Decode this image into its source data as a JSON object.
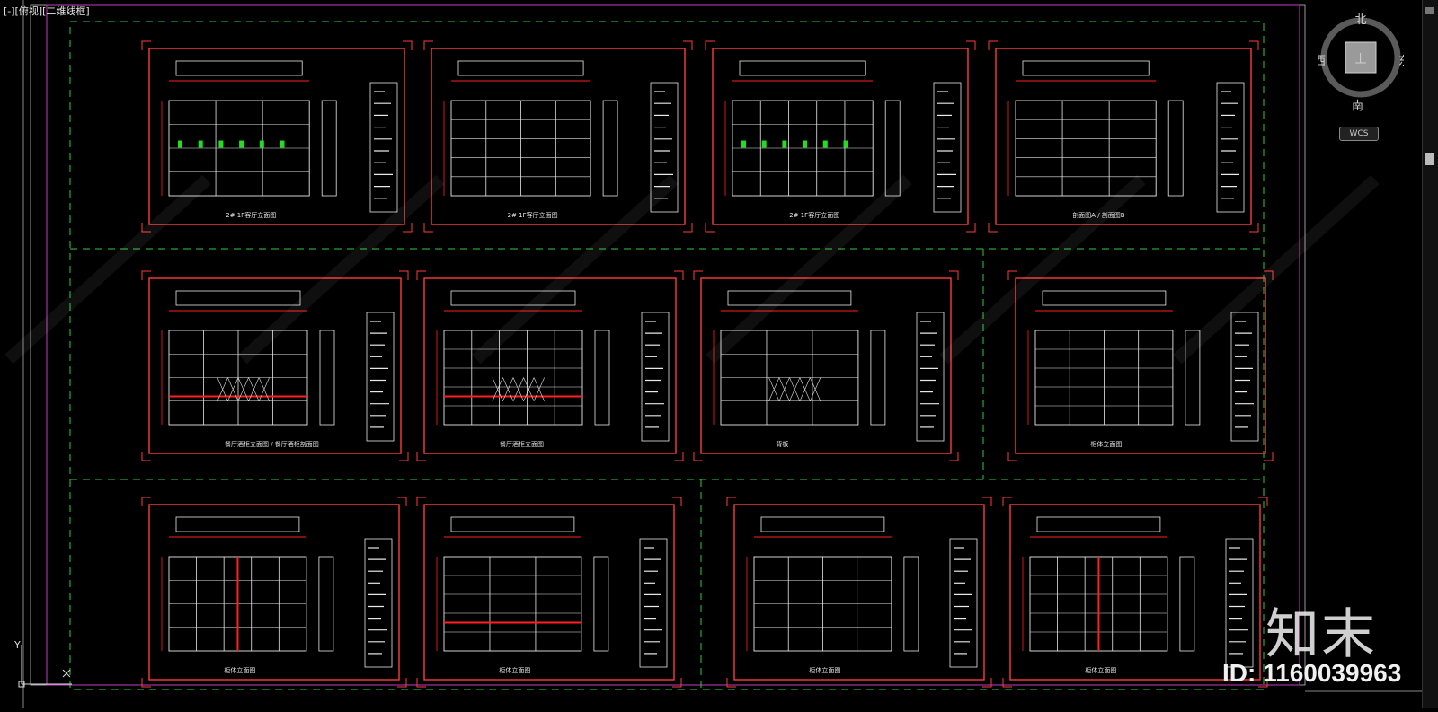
{
  "viewport": {
    "label": "[-][俯视][二维线框]"
  },
  "navcube": {
    "north": "北",
    "south": "南",
    "east": "东",
    "west": "西",
    "top": "上",
    "wcs": "WCS"
  },
  "ucs": {
    "y_label": "Y"
  },
  "watermark": {
    "logo": "知末",
    "id": "ID: 1160039963"
  },
  "sheets": [
    {
      "caption": "2# 1F客厅立面图"
    },
    {
      "caption": "2# 1F客厅立面图"
    },
    {
      "caption": "2# 1F客厅立面图"
    },
    {
      "caption": "剖面图A / 剖面图B"
    },
    {
      "caption": "餐厅酒柜立面图 / 餐厅酒柜剖面图"
    },
    {
      "caption": "餐厅酒柜立面图"
    },
    {
      "caption": "背板"
    },
    {
      "caption": "柜体立面图"
    },
    {
      "caption": "柜体立面图"
    },
    {
      "caption": "柜体立面图"
    },
    {
      "caption": "柜体立面图"
    },
    {
      "caption": "柜体立面图"
    }
  ],
  "colors": {
    "background": "#000000",
    "sheet_border": "#ff3b3b",
    "magenta_border": "#c040c0",
    "green_dash": "#2ecc40",
    "line_white": "#e8e8e8",
    "accent_red": "#ff2020",
    "green_fill": "#22dd22"
  }
}
